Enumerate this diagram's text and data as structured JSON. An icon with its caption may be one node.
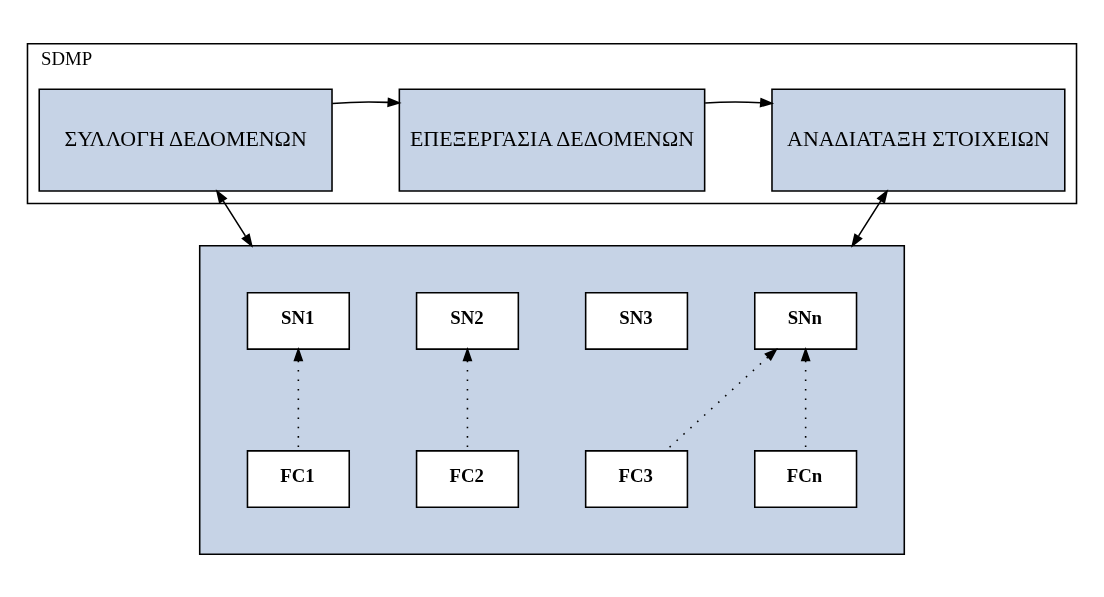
{
  "diagram": {
    "nodes": [
      {
        "text": [
          "SDMP"
        ]
      },
      {
        "text": [
          "ΣΥΛΛΟΓΗ ΔΕΔΟΜΕΝΩΝ"
        ],
        "in": 0
      },
      {
        "text": [
          "ΕΠΕΞΕΡΓΑΣΙΑ ΔΕΔΟΜΕΝΩΝ"
        ],
        "in": 0
      },
      {
        "text": [
          "ΑΝΑΔΙΑΤΑΞΗ ΣΤΟΙΧΕΙΩΝ"
        ],
        "in": 0
      },
      {
        "text": [],
        "shape": "box"
      },
      {
        "text": [
          "SN1"
        ],
        "in": 4
      },
      {
        "text": [
          "SN2"
        ],
        "in": 4
      },
      {
        "text": [
          "SN3"
        ],
        "in": 4
      },
      {
        "text": [
          "SNn"
        ],
        "in": 4
      },
      {
        "text": [
          "FC1"
        ],
        "in": 4
      },
      {
        "text": [
          "FC2"
        ],
        "in": 4
      },
      {
        "text": [
          "FC3"
        ],
        "in": 4
      },
      {
        "text": [
          "FCn"
        ],
        "in": 4
      }
    ],
    "edges": [
      {
        "from": 1,
        "to": 2,
        "arrow": "to"
      },
      {
        "from": 2,
        "to": 3,
        "arrow": "to"
      },
      {
        "from": 1,
        "to": 4,
        "arrow": "both"
      },
      {
        "from": 3,
        "to": 4,
        "arrow": "both"
      },
      {
        "from": 9,
        "to": 5,
        "arrow": "to",
        "style": "dashed"
      },
      {
        "from": 10,
        "to": 6,
        "arrow": "to",
        "style": "dashed"
      },
      {
        "from": 11,
        "to": 8,
        "arrow": "to",
        "style": "dashed"
      },
      {
        "from": 12,
        "to": 8,
        "arrow": "to",
        "style": "dashed"
      }
    ]
  }
}
